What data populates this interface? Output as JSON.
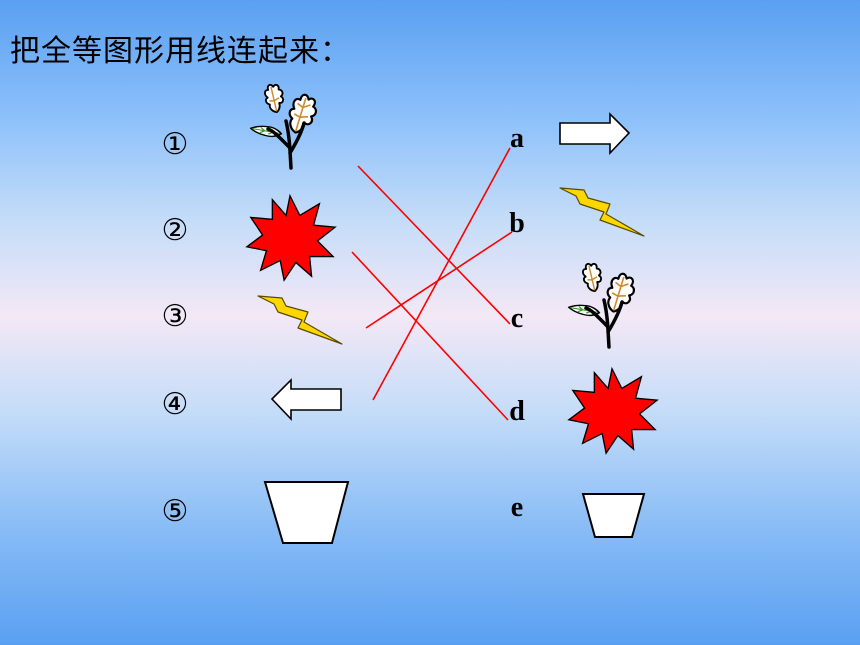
{
  "title": "把全等图形用线连起来：",
  "left_numbers": [
    "①",
    "②",
    "③",
    "④",
    "⑤"
  ],
  "right_letters": [
    "a",
    "b",
    "c",
    "d",
    "e"
  ],
  "colors": {
    "line": "#ff0000",
    "starburst": "#ff0000",
    "lightning": "#ffd700",
    "outline": "#000000"
  },
  "connections": [
    {
      "from": "①",
      "to": "c"
    },
    {
      "from": "②",
      "to": "d"
    },
    {
      "from": "③",
      "to": "b"
    },
    {
      "from": "④",
      "to": "a"
    }
  ]
}
